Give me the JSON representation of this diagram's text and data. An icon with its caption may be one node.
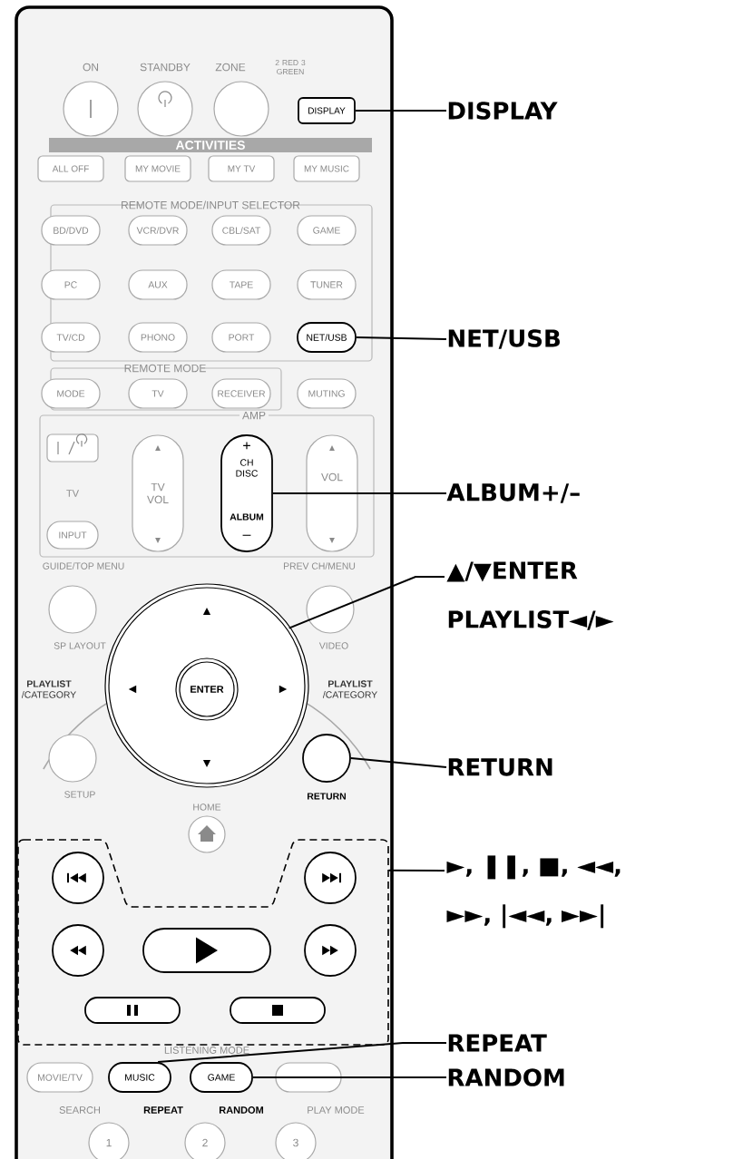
{
  "diagram": {
    "nodes": [
      {
        "text": [
          "ON"
        ]
      },
      {
        "text": [
          "STANDBY"
        ]
      },
      {
        "text": [
          "ZONE",
          "2 RED 3 GREEN"
        ]
      },
      {
        "text": [
          "DISPLAY"
        ]
      },
      {
        "text": [
          "ACTIVITIES"
        ]
      },
      {
        "text": [
          "ALL OFF"
        ]
      },
      {
        "text": [
          "MY MOVIE"
        ]
      },
      {
        "text": [
          "MY TV"
        ]
      },
      {
        "text": [
          "MY MUSIC"
        ]
      },
      {
        "text": [
          "REMOTE MODE/INPUT SELECTOR"
        ]
      },
      {
        "text": [
          "BD/DVD"
        ],
        "in": 9
      },
      {
        "text": [
          "VCR/DVR"
        ],
        "in": 9
      },
      {
        "text": [
          "CBL/SAT"
        ],
        "in": 9
      },
      {
        "text": [
          "GAME"
        ],
        "in": 9
      },
      {
        "text": [
          "PC"
        ],
        "in": 9
      },
      {
        "text": [
          "AUX"
        ],
        "in": 9
      },
      {
        "text": [
          "TAPE"
        ],
        "in": 9
      },
      {
        "text": [
          "TUNER"
        ],
        "in": 9
      },
      {
        "text": [
          "TV/CD"
        ],
        "in": 9
      },
      {
        "text": [
          "PHONO"
        ],
        "in": 9
      },
      {
        "text": [
          "PORT"
        ],
        "in": 9
      },
      {
        "text": [
          "NET/USB"
        ],
        "in": 9
      },
      {
        "text": [
          "REMOTE MODE"
        ]
      },
      {
        "text": [
          "MODE"
        ],
        "in": 22
      },
      {
        "text": [
          "TV"
        ],
        "in": 22
      },
      {
        "text": [
          "RECEIVER"
        ],
        "in": 22
      },
      {
        "text": [
          "MUTING"
        ]
      },
      {
        "text": [
          "AMP"
        ]
      },
      {
        "text": [],
        "shape": "box",
        "in": 27
      },
      {
        "text": [
          "INPUT"
        ],
        "in": 27
      },
      {
        "text": [
          "▲",
          "TV VOL",
          "▼"
        ],
        "in": 27
      },
      {
        "text": [
          "+",
          "CH DISC",
          "ALBUM",
          "–"
        ],
        "in": 27
      },
      {
        "text": [
          "▲",
          "VOL",
          "▼"
        ],
        "in": 27
      },
      {
        "text": [
          "GUIDE/TOP MENU",
          "SP LAYOUT"
        ]
      },
      {
        "text": [
          "PREV CH/MENU",
          "VIDEO"
        ]
      },
      {
        "text": [
          "▲",
          "◄",
          "►",
          "▼"
        ]
      },
      {
        "text": [
          "ENTER"
        ],
        "in": 35
      },
      {
        "text": [
          "SETUP"
        ]
      },
      {
        "text": [
          "RETURN"
        ]
      },
      {
        "text": [
          "HOME"
        ]
      },
      {
        "text": [],
        "shape": "box"
      },
      {
        "text": [],
        "shape": "circle",
        "in": 40
      },
      {
        "text": [],
        "shape": "circle",
        "in": 40
      },
      {
        "text": [],
        "shape": "circle",
        "in": 40
      },
      {
        "text": [],
        "shape": "box",
        "in": 40
      },
      {
        "text": [],
        "shape": "circle",
        "in": 40
      },
      {
        "text": [],
        "shape": "box",
        "in": 40
      },
      {
        "text": [],
        "shape": "box",
        "in": 40
      },
      {
        "text": [
          "MOVIE/TV",
          "SEARCH"
        ]
      },
      {
        "text": [
          "MUSIC",
          "REPEAT"
        ]
      },
      {
        "text": [
          "GAME",
          "RANDOM"
        ]
      },
      {
        "text": [
          "PLAY MODE"
        ]
      },
      {
        "text": [
          "1"
        ]
      },
      {
        "text": [
          "2"
        ]
      },
      {
        "text": [
          "3"
        ]
      },
      {
        "text": [
          "DISPLAY"
        ]
      },
      {
        "text": [
          "NET/USB"
        ]
      },
      {
        "text": [
          "ALBUM+/–"
        ]
      },
      {
        "text": [
          "▲/▼ENTER PLAYLIST◄/►"
        ]
      },
      {
        "text": [
          "RETURN"
        ]
      },
      {
        "text": [
          "►, ❚❚, ■, ◄◄, ►►, |◄◄, ►►|"
        ]
      },
      {
        "text": [
          "REPEAT"
        ]
      },
      {
        "text": [
          "RANDOM"
        ]
      }
    ],
    "edges": [
      {
        "from": 55,
        "to": 3,
        "arrow": "none"
      },
      {
        "from": 56,
        "to": 21,
        "arrow": "none"
      },
      {
        "from": 57,
        "to": 31,
        "arrow": "none"
      },
      {
        "from": 58,
        "to": 35,
        "arrow": "none"
      },
      {
        "from": 59,
        "to": 38,
        "arrow": "none"
      },
      {
        "from": 60,
        "to": 40,
        "arrow": "none"
      },
      {
        "from": 61,
        "to": 49,
        "arrow": "none"
      },
      {
        "from": 62,
        "to": 50,
        "arrow": "none"
      }
    ],
    "labels": [
      "TV",
      "**PLAYLIST** /CATEGORY",
      "**PLAYLIST** /CATEGORY",
      "LISTENING MODE"
    ]
  }
}
